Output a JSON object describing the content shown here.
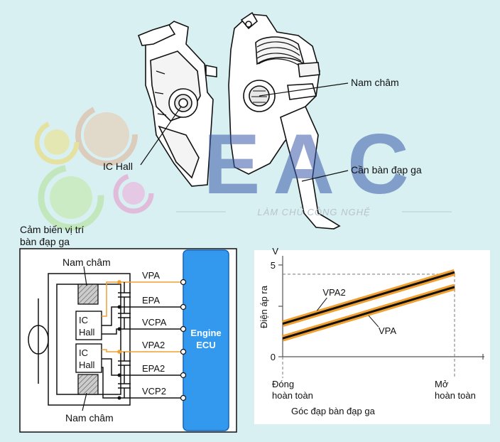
{
  "colors": {
    "background": "#d9f0f2",
    "watermark_blue": "#3a5aa8",
    "panel": "#ffffff",
    "ecu_blue": "#3399ee",
    "orange": "#f0a030",
    "line": "#111111"
  },
  "pedal": {
    "label_magnet": "Nam châm",
    "label_ic_hall": "IC Hall",
    "label_pedal_arm": "Cần bàn đạp ga"
  },
  "watermark": {
    "logo_text": "EAC",
    "tagline": "LÀM CHỦ CÔNG NGHỆ"
  },
  "sensor": {
    "title_line1": "Cảm biến vị trí",
    "title_line2": "bàn đạp ga",
    "magnet_top": "Nam châm",
    "magnet_bottom": "Nam châm",
    "ic1_line1": "IC",
    "ic1_line2": "Hall",
    "ic2_line1": "IC",
    "ic2_line2": "Hall",
    "terminals": [
      "VPA",
      "EPA",
      "VCPA",
      "VPA2",
      "EPA2",
      "VCP2"
    ],
    "ecu_line1": "Engine",
    "ecu_line2": "ECU"
  },
  "chart_data": {
    "type": "line",
    "ylabel": "Điện áp ra",
    "y_unit": "V",
    "xlabel": "Góc đạp bàn đạp ga",
    "x_categories": [
      "Đóng hoàn toàn",
      "Mở hoàn toàn"
    ],
    "x_label_start_line1": "Đóng",
    "x_label_start_line2": "hoàn toàn",
    "x_label_end_line1": "Mở",
    "x_label_end_line2": "hoàn toàn",
    "yticks": [
      0,
      5
    ],
    "ylim": [
      0,
      5.5
    ],
    "xlim": [
      0,
      1
    ],
    "max_reference_v": 4.5,
    "series": [
      {
        "name": "VPA2",
        "x": [
          0,
          1
        ],
        "y": [
          1.8,
          4.6
        ]
      },
      {
        "name": "VPA",
        "x": [
          0,
          1
        ],
        "y": [
          1.0,
          3.8
        ]
      }
    ]
  }
}
